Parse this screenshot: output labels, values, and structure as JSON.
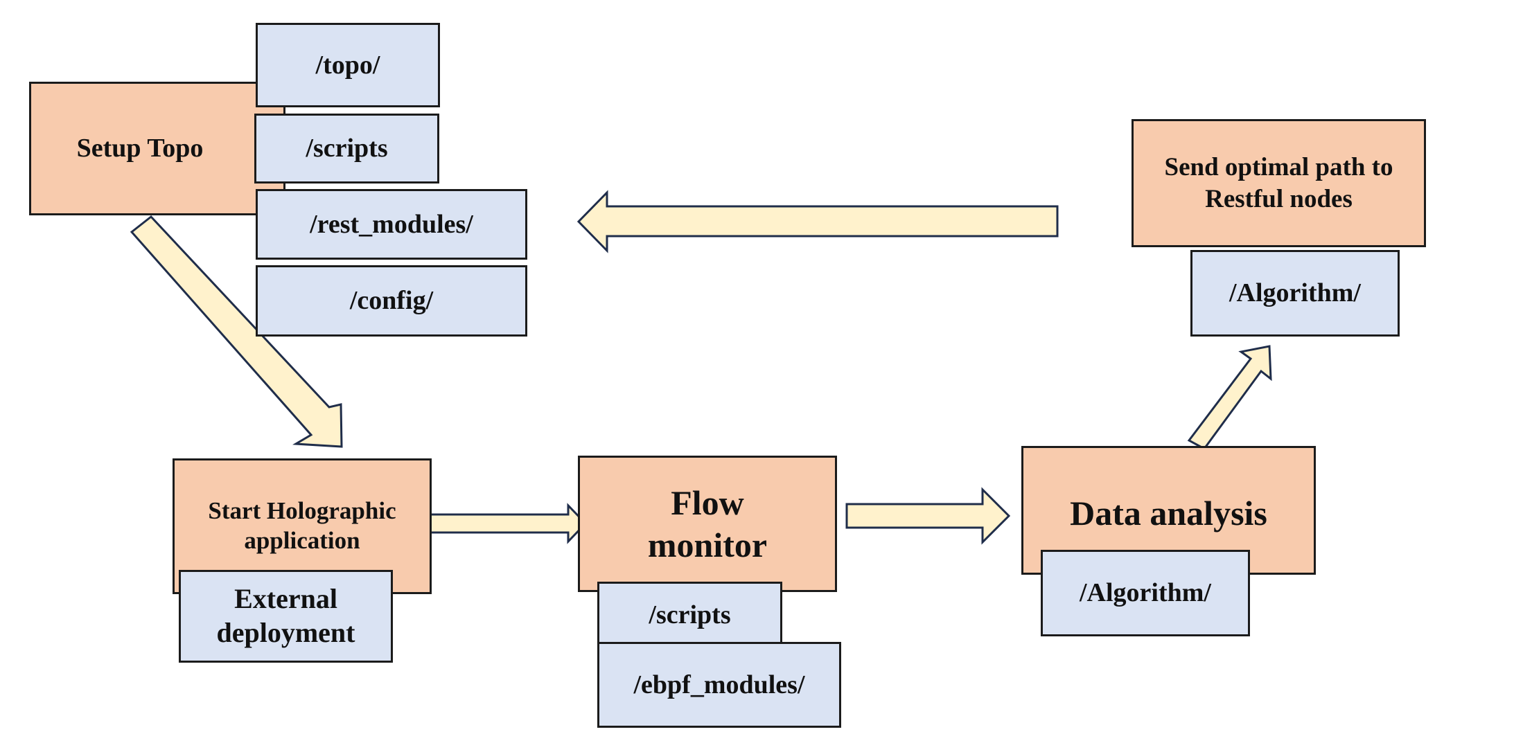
{
  "colors": {
    "process_fill": "#f8cbad",
    "folder_fill": "#dae3f3",
    "arrow_fill": "#fff2cc",
    "arrow_stroke": "#1f2d4a",
    "border": "#1b1b1b"
  },
  "steps": {
    "setup_topo": {
      "label": "Setup Topo",
      "folders": [
        "/topo/",
        "/scripts",
        "/rest_modules/",
        "/config/"
      ]
    },
    "start_app": {
      "label": "Start Holographic application",
      "folders": [
        "External deployment"
      ]
    },
    "flow_monitor": {
      "label": "Flow monitor",
      "folders": [
        "/scripts",
        "/ebpf_modules/"
      ]
    },
    "data_analysis": {
      "label": "Data analysis",
      "folders": [
        "/Algorithm/"
      ]
    },
    "send_path": {
      "label": "Send optimal path to Restful nodes",
      "folders": [
        "/Algorithm/"
      ]
    }
  },
  "arrows": [
    {
      "from": "setup_topo",
      "to": "start_app"
    },
    {
      "from": "start_app",
      "to": "flow_monitor"
    },
    {
      "from": "flow_monitor",
      "to": "data_analysis"
    },
    {
      "from": "data_analysis",
      "to": "send_path"
    },
    {
      "from": "send_path",
      "to": "setup_topo"
    }
  ]
}
